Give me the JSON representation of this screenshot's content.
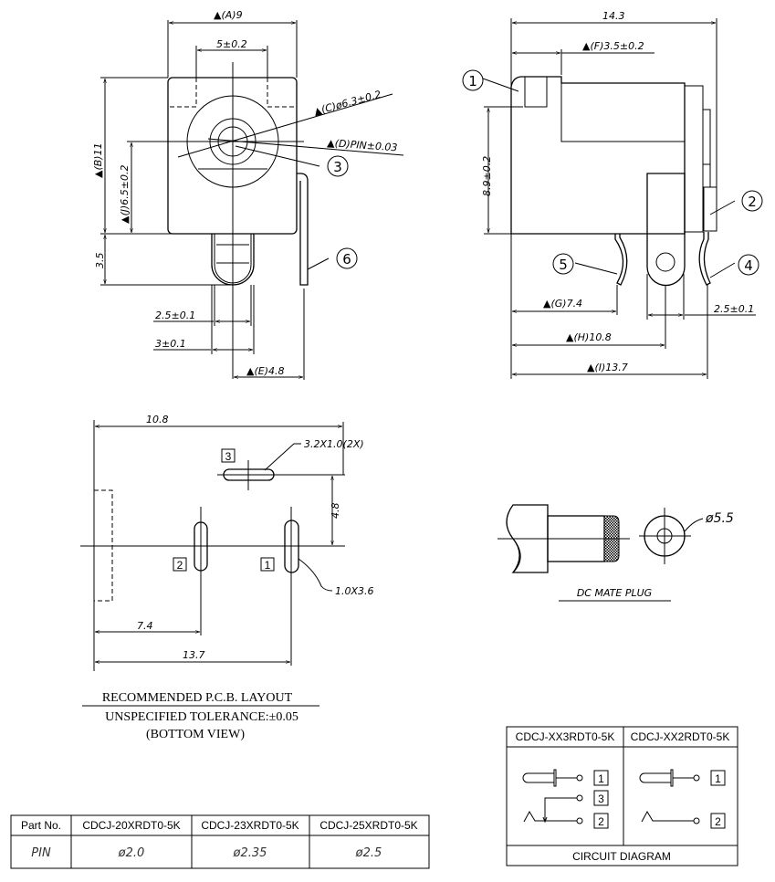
{
  "front_view": {
    "dim_a": "▲(A)9",
    "dim_tab": "5±0.2",
    "dim_c": "▲(C)ø6.3±0.2",
    "dim_d": "▲(D)PIN±0.03",
    "dim_b": "▲(B)11",
    "dim_j": "▲(J)6.5±0.2",
    "dim_pin_len": "3.5",
    "dim_pin_inner": "2.5±0.1",
    "dim_pin_outer": "3±0.1",
    "dim_e": "▲(E)4.8",
    "callout_3": "3",
    "callout_6": "6"
  },
  "side_view": {
    "dim_total": "14.3",
    "dim_f": "▲(F)3.5±0.2",
    "dim_height": "8.9±0.2",
    "dim_g": "▲(G)7.4",
    "dim_pin_width": "2.5±0.1",
    "dim_h": "▲(H)10.8",
    "dim_i": "▲(I)13.7",
    "callout_1": "1",
    "callout_2": "2",
    "callout_4": "4",
    "callout_5": "5"
  },
  "pcb_layout": {
    "dim_10_8": "10.8",
    "slot_note": "3.2X1.0(2X)",
    "dim_4_8": "4.8",
    "slot_size": "1.0X3.6",
    "dim_7_4": "7.4",
    "dim_13_7": "13.7",
    "pad_3": "3",
    "pad_2": "2",
    "pad_1": "1",
    "title": "RECOMMENDED P.C.B. LAYOUT",
    "tolerance": "UNSPECIFIED TOLERANCE:±0.05",
    "view": "(BOTTOM VIEW)"
  },
  "mate_plug": {
    "diameter": "ø5.5",
    "label": "DC MATE PLUG"
  },
  "circuit_diagram": {
    "col_headers": [
      "CDCJ-XX3RDT0-5K",
      "CDCJ-XX2RDT0-5K"
    ],
    "left_pins": [
      "1",
      "3",
      "2"
    ],
    "right_pins": [
      "1",
      "2"
    ],
    "footer": "CIRCUIT DIAGRAM"
  },
  "part_table": {
    "headers": [
      "Part No.",
      "CDCJ-20XRDT0-5K",
      "CDCJ-23XRDT0-5K",
      "CDCJ-25XRDT0-5K"
    ],
    "row": [
      "PIN",
      "ø2.0",
      "ø2.35",
      "ø2.5"
    ]
  }
}
